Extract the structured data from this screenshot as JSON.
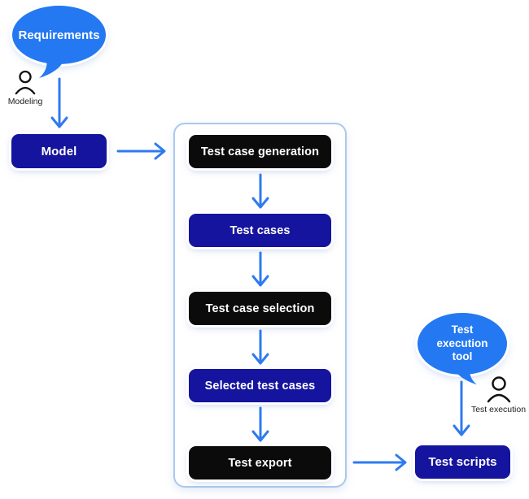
{
  "colors": {
    "bubble_blue": "#2478f2",
    "node_navy": "#14149e",
    "node_black": "#0b0b0b",
    "arrow_blue": "#2e7af0",
    "group_border": "#abc8ee",
    "node_text": "#ffffff",
    "actor_text": "#1d1d1d"
  },
  "bubbles": {
    "requirements": {
      "label": "Requirements"
    },
    "test_execution_tool": {
      "label": "Test execution tool"
    }
  },
  "actors": {
    "modeling": {
      "label": "Modeling",
      "icon": "person-icon"
    },
    "test_execution": {
      "label": "Test execution",
      "icon": "person-icon"
    }
  },
  "nodes": {
    "model": {
      "label": "Model",
      "style": "navy"
    },
    "test_case_generation": {
      "label": "Test case generation",
      "style": "black"
    },
    "test_cases": {
      "label": "Test cases",
      "style": "navy"
    },
    "test_case_selection": {
      "label": "Test case selection",
      "style": "black"
    },
    "selected_test_cases": {
      "label": "Selected test cases",
      "style": "navy"
    },
    "test_export": {
      "label": "Test export",
      "style": "black"
    },
    "test_scripts": {
      "label": "Test scripts",
      "style": "navy"
    }
  },
  "edges": [
    {
      "from": "requirements",
      "to": "model"
    },
    {
      "from": "model",
      "to": "test_case_generation"
    },
    {
      "from": "test_case_generation",
      "to": "test_cases"
    },
    {
      "from": "test_cases",
      "to": "test_case_selection"
    },
    {
      "from": "test_case_selection",
      "to": "selected_test_cases"
    },
    {
      "from": "selected_test_cases",
      "to": "test_export"
    },
    {
      "from": "test_export",
      "to": "test_scripts"
    },
    {
      "from": "test_execution_tool",
      "to": "test_scripts"
    }
  ]
}
